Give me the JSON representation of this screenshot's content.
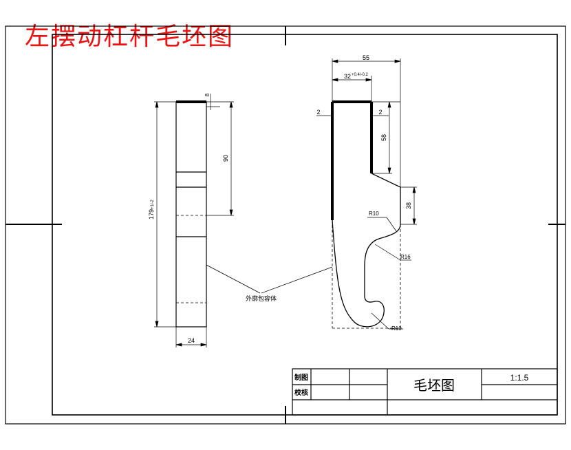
{
  "theme": {
    "title_color": "#ee1111",
    "line_color": "#000000",
    "paper": "#ffffff"
  },
  "heading": "左摆动杠杆毛坯图",
  "side_view": {
    "dims": {
      "top_gap": "8",
      "upper_length": "90",
      "total_length": "179",
      "total_tol": "+1/-2",
      "width": "24"
    }
  },
  "front_view": {
    "dims": {
      "overall_width": "55",
      "slot_width": "32",
      "slot_tol": "+0.4/-0.2",
      "left_wall": "2",
      "right_wall": "2",
      "slot_depth": "58",
      "tip_height": "38",
      "radius_top": "R10",
      "radius_mid": "R16",
      "radius_bottom": "R10"
    }
  },
  "annotation": "外廓包容体",
  "title_block": {
    "drawn_label": "制图",
    "checked_label": "校核",
    "drawing_name": "毛坯图",
    "scale": "1:1.5"
  }
}
